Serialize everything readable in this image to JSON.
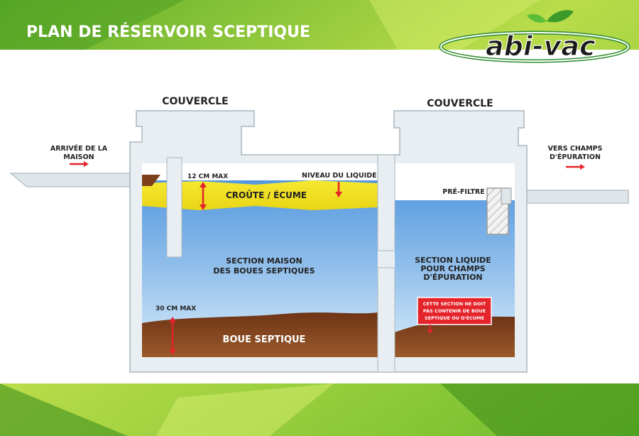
{
  "title": "PLAN DE RÉSERVOIR SCEPTIQUE",
  "logo": {
    "text": "abi-vac"
  },
  "lids": {
    "left": "COUVERCLE",
    "right": "COUVERCLE"
  },
  "inlet": {
    "line1": "ARRIVÉE DE LA",
    "line2": "MAISON"
  },
  "outlet": {
    "line1": "VERS CHAMPS",
    "line2": "D'ÉPURATION"
  },
  "labels": {
    "max_12": "12 CM MAX",
    "liquid_level": "NIVEAU DU LIQUIDE",
    "crust": "CROÛTE / ÉCUME",
    "prefilter": "PRÉ-FILTRE",
    "house_section_1": "SECTION MAISON",
    "house_section_2": "DES BOUES SEPTIQUES",
    "liquid_section_1": "SECTION LIQUIDE",
    "liquid_section_2": "POUR CHAMPS",
    "liquid_section_3": "D'ÉPURATION",
    "max_30": "30 CM MAX",
    "sludge": "BOUE SEPTIQUE",
    "warning_1": "CETTE SECTION NE DOIT",
    "warning_2": "PAS CONTENIR DE BOUE",
    "warning_3": "SEPTIQUE OU D'ÉCUME"
  },
  "colors": {
    "green": "#7cc233",
    "lime": "#c8e35a",
    "crust_yellow": "#f3e21c",
    "water_blue": "#7fb3e8",
    "sludge_brown": "#7d3f1c",
    "arrow_red": "#e5232a",
    "tank_wall": "#e8eef2",
    "logo_green": "#2e8b2e"
  }
}
